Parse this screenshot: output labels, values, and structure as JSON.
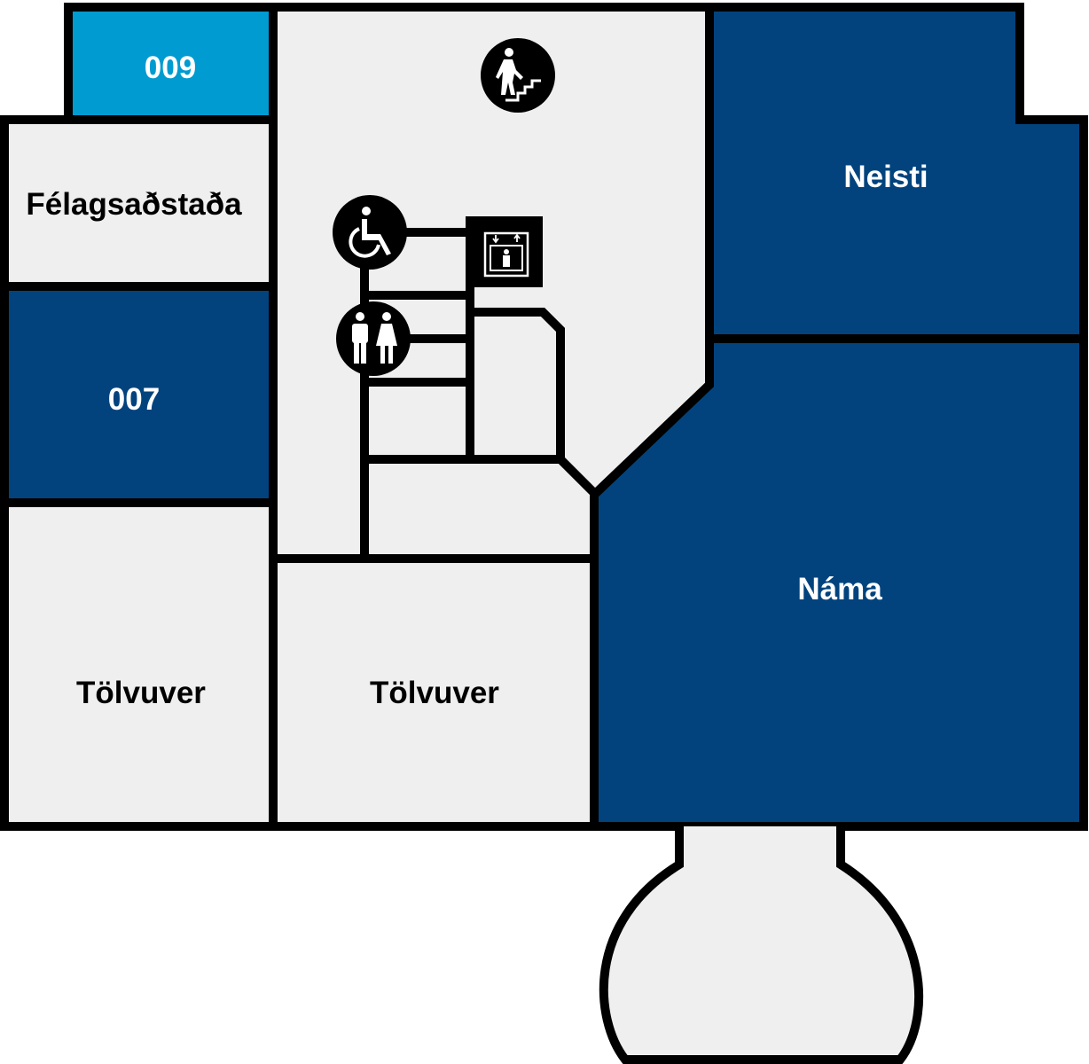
{
  "colors": {
    "wall": "#000000",
    "room_light": "#efefef",
    "room_dark_blue": "#02437d",
    "room_light_blue": "#009bd0",
    "icon_fill": "#000000",
    "icon_fg": "#ffffff"
  },
  "rooms": {
    "room_009": {
      "label": "009"
    },
    "room_felagsadstada": {
      "label": "Félagsaðstaða"
    },
    "room_007": {
      "label": "007"
    },
    "room_tolvuver_left": {
      "label": "Tölvuver"
    },
    "room_tolvuver_middle": {
      "label": "Tölvuver"
    },
    "room_neisti": {
      "label": "Neisti"
    },
    "room_nama": {
      "label": "Náma"
    }
  },
  "icons": [
    "stairs-icon",
    "wheelchair-icon",
    "elevator-icon",
    "restroom-icon"
  ]
}
